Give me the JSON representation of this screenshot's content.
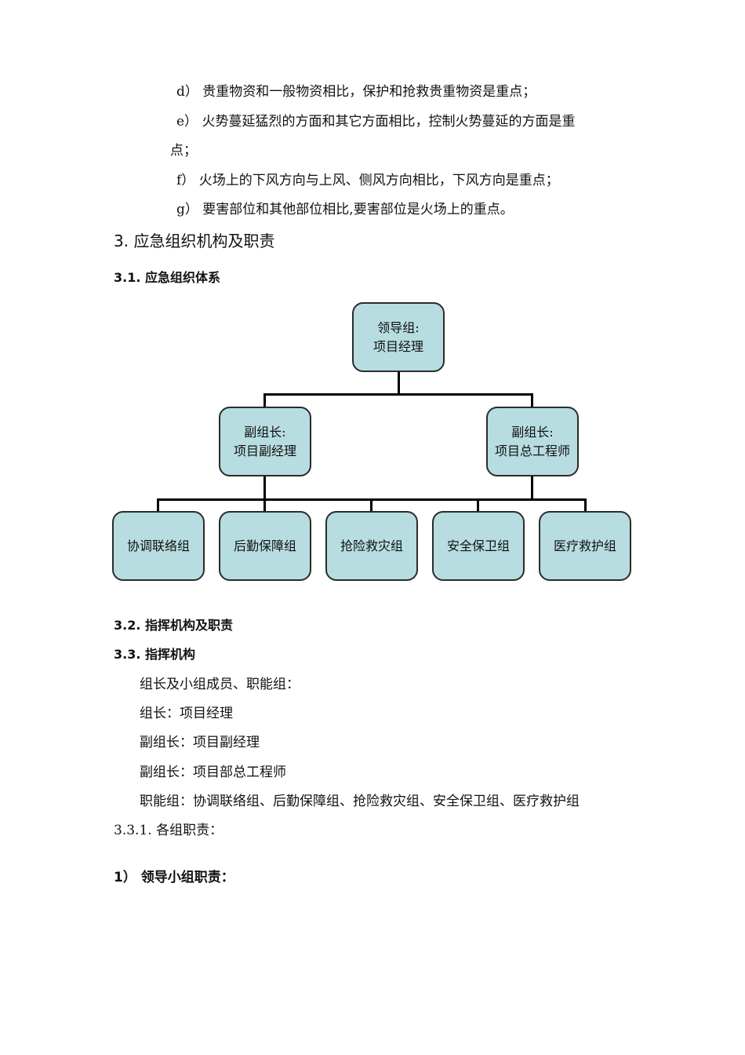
{
  "list_items": {
    "d": "d） 贵重物资和一般物资相比，保护和抢救贵重物资是重点；",
    "e_line1": "e） 火势蔓延猛烈的方面和其它方面相比，控制火势蔓延的方面是重",
    "e_line2": "点；",
    "f": "f） 火场上的下风方向与上风、侧风方向相比，下风方向是重点；",
    "g": "g） 要害部位和其他部位相比,要害部位是火场上的重点。"
  },
  "section3": {
    "heading": "3.  应急组织机构及职责"
  },
  "section31": {
    "heading": "3.1. 应急组织体系"
  },
  "org_chart": {
    "leader": {
      "role": "领导组:",
      "name": "项目经理"
    },
    "deputy_left": {
      "role": "副组长:",
      "name": "项目副经理"
    },
    "deputy_right": {
      "role": "副组长:",
      "name": "项目总工程师"
    },
    "groups": [
      "协调联络组",
      "后勤保障组",
      "抢险救灾组",
      "安全保卫组",
      "医疗救护组"
    ],
    "box_color": "#b7dde0"
  },
  "section32": {
    "heading": "3.2. 指挥机构及职责"
  },
  "section33": {
    "heading": "3.3. 指挥机构",
    "lines": [
      "组长及小组成员、职能组：",
      "组长：项目经理",
      "副组长：项目副经理",
      "副组长：项目部总工程师",
      "职能组：协调联络组、后勤保障组、抢险救灾组、安全保卫组、医疗救护组"
    ]
  },
  "section331": {
    "heading": "3.3.1.  各组职责："
  },
  "item1": {
    "heading": "1）  领导小组职责："
  }
}
